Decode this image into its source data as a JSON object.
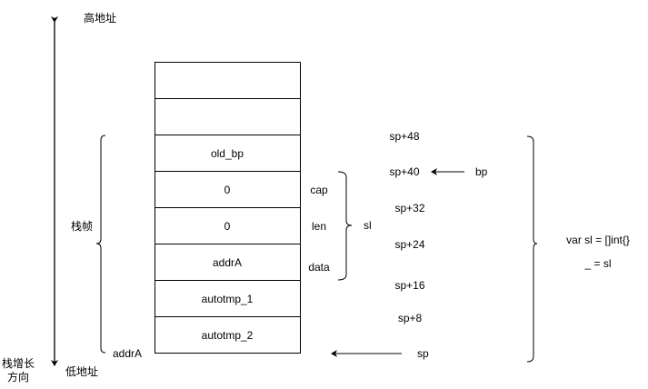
{
  "axis": {
    "top_label": "高地址",
    "bottom_label": "低地址",
    "growth_label_line1": "栈增长",
    "growth_label_line2": "方向"
  },
  "frame_label": "栈帧",
  "frame_bottom_label": "addrA",
  "stack_cells": [
    "",
    "",
    "old_bp",
    "0",
    "0",
    "addrA",
    "autotmp_1",
    "autotmp_2"
  ],
  "slice_fields": [
    "cap",
    "len",
    "data"
  ],
  "slice_name": "sl",
  "offsets": [
    "sp+48",
    "sp+40",
    "sp+32",
    "sp+24",
    "sp+16",
    "sp+8"
  ],
  "bp_label": "bp",
  "sp_label": "sp",
  "code": [
    "var sl = []int{}",
    "_ = sl"
  ]
}
